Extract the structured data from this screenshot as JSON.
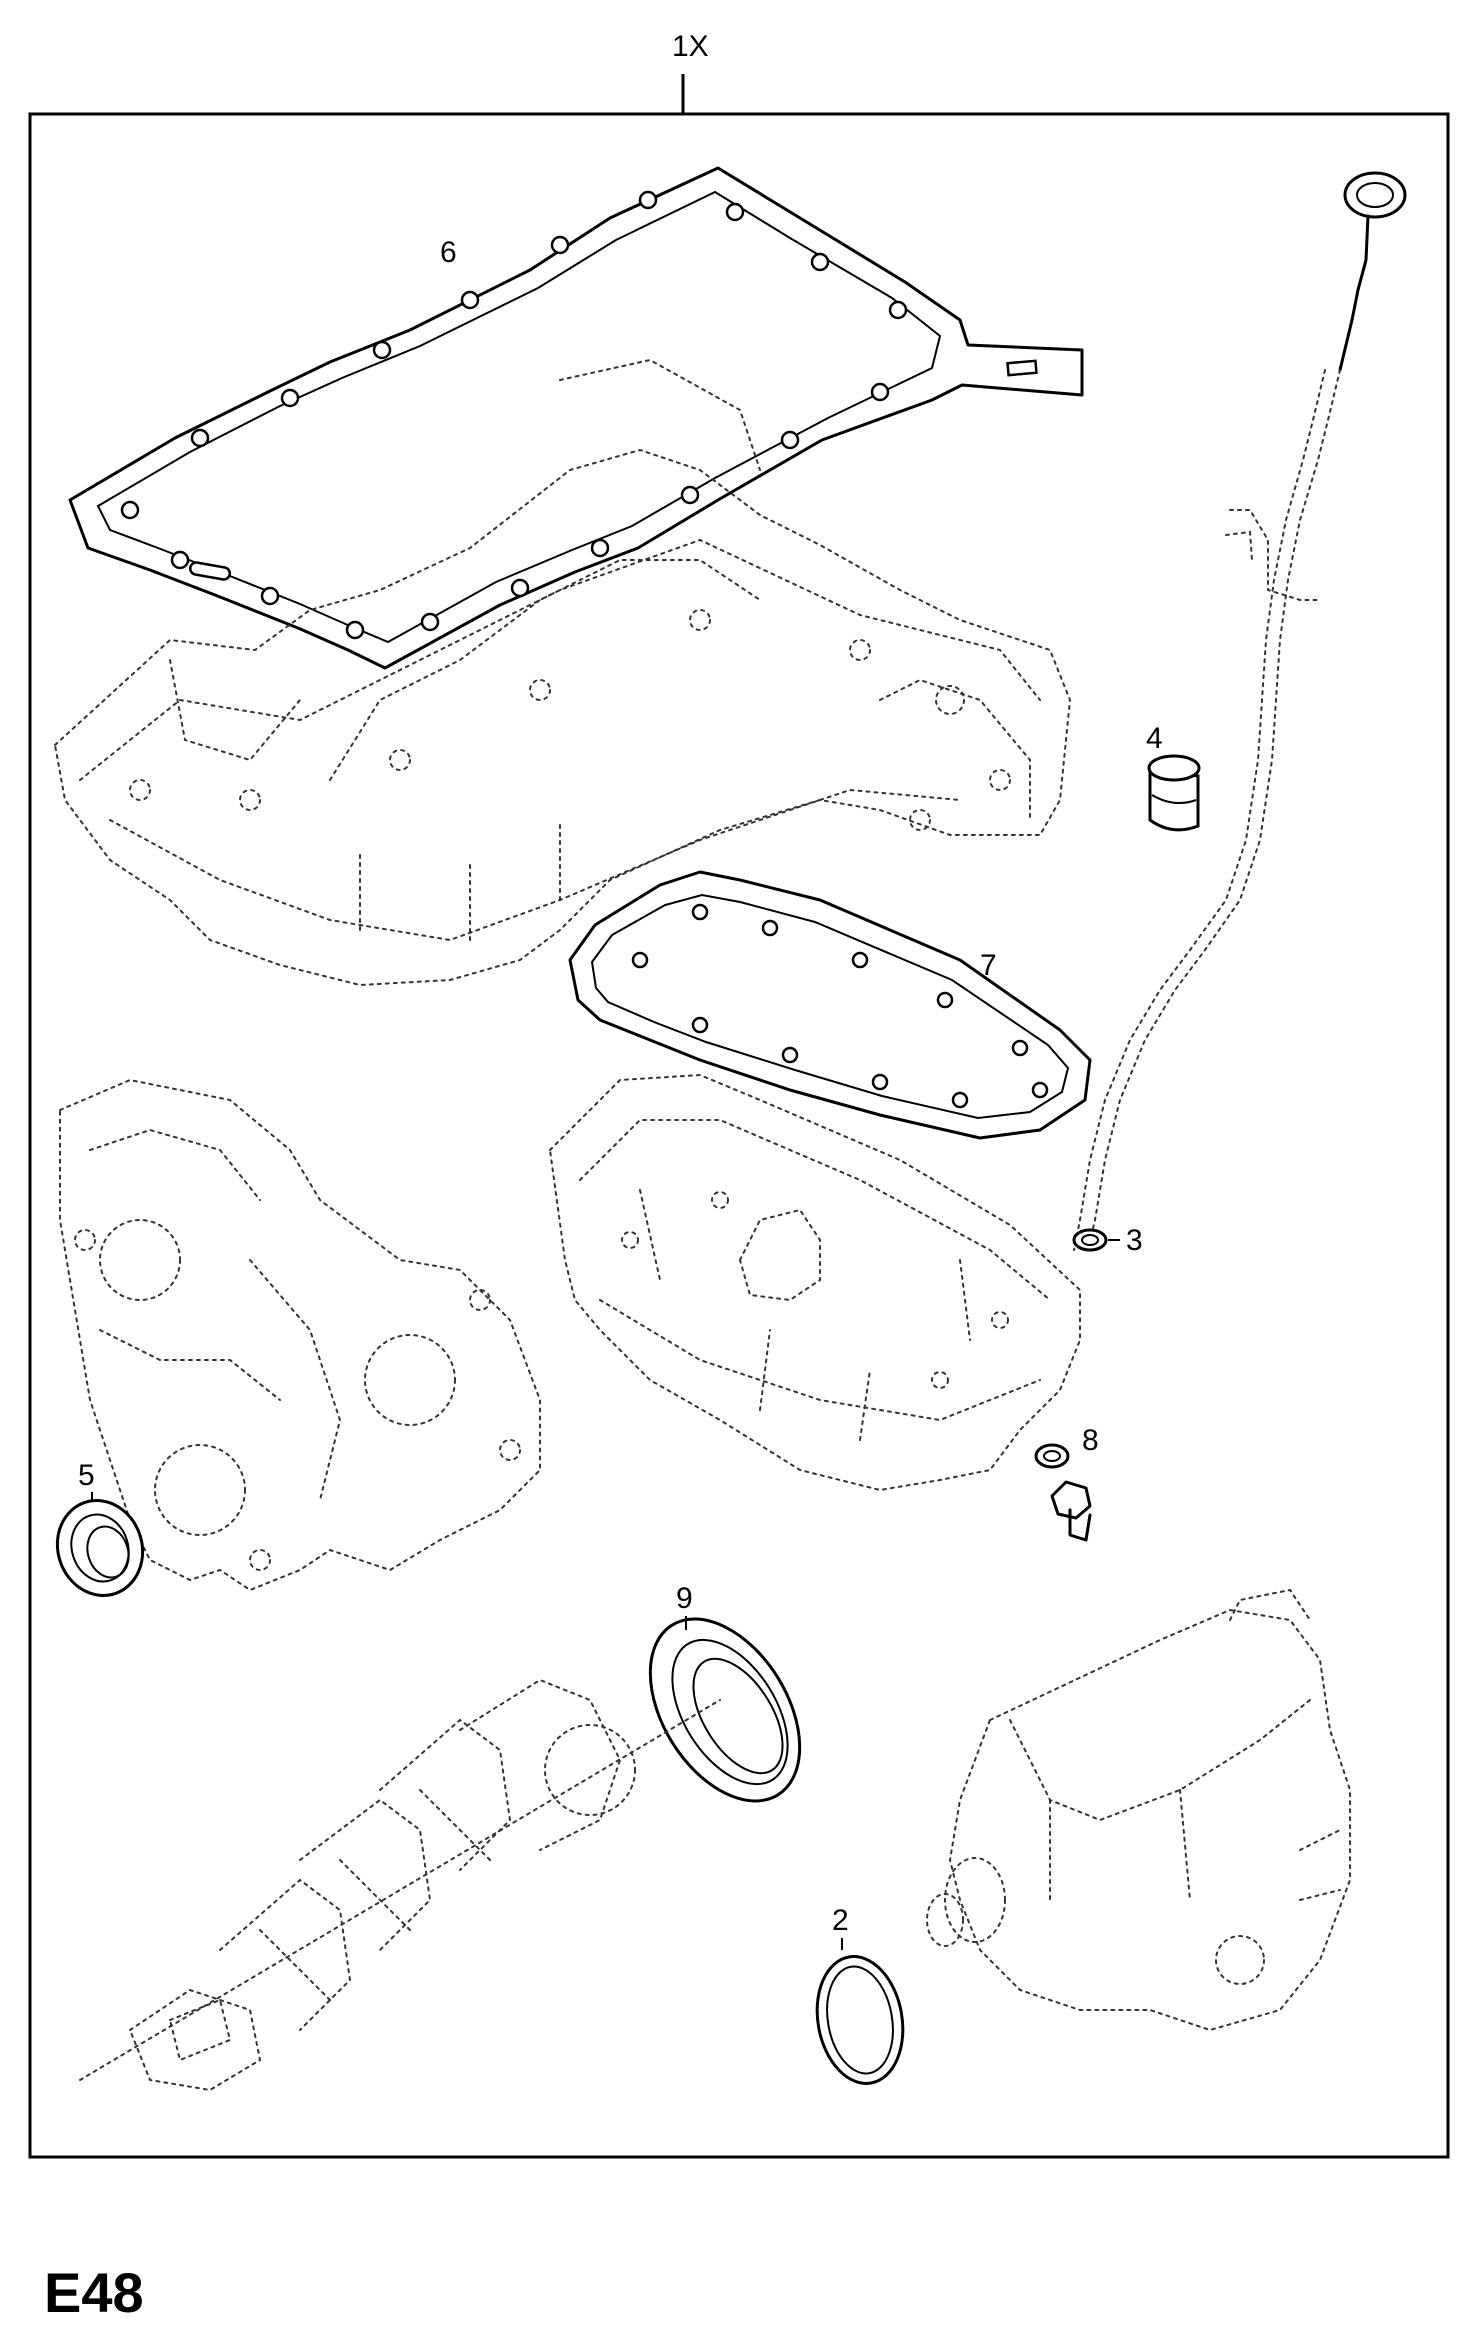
{
  "kit_label": "1X",
  "page_code": "E48",
  "callouts": {
    "c2": "2",
    "c3": "3",
    "c4": "4",
    "c5": "5",
    "c6": "6",
    "c7": "7",
    "c8": "8",
    "c9": "9"
  }
}
